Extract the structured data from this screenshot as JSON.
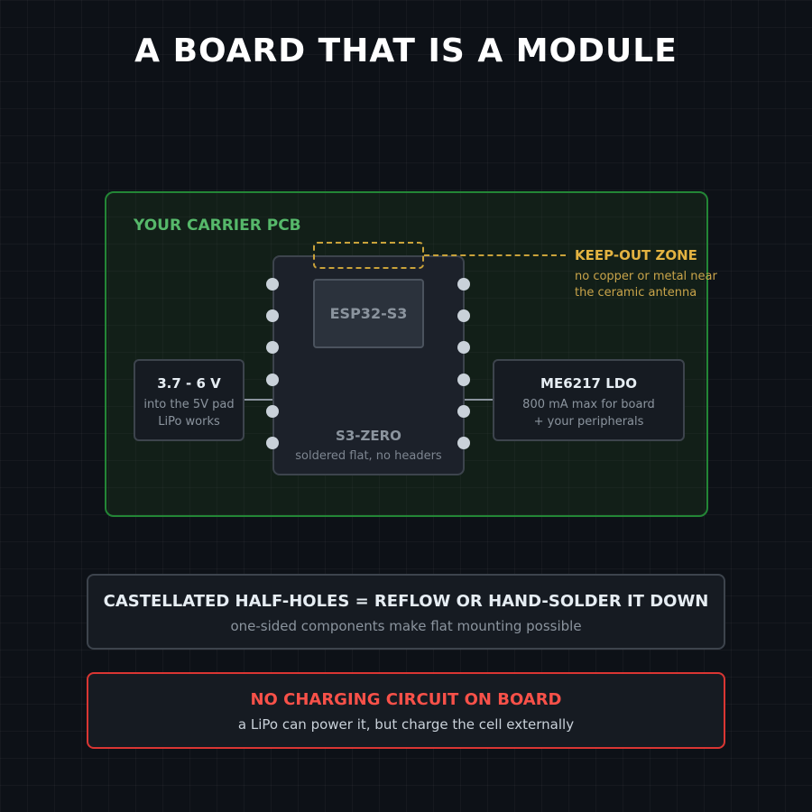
{
  "title": "A BOARD THAT IS A MODULE",
  "carrier": {
    "label": "YOUR CARRIER PCB"
  },
  "module": {
    "chip_label": "ESP32-S3",
    "name": "S3-ZERO",
    "subtitle": "soldered flat, no headers",
    "pins_per_side": 6
  },
  "keepout": {
    "title": "KEEP-OUT ZONE",
    "note_lines": [
      "no copper or metal near",
      "the ceramic antenna"
    ]
  },
  "power_input": {
    "title": "3.7 - 6 V",
    "lines": [
      "into the 5V pad",
      "LiPo works"
    ]
  },
  "regulator": {
    "title": "ME6217 LDO",
    "lines": [
      "800 mA max for board",
      "+ your peripherals"
    ]
  },
  "castellated": {
    "title": "CASTELLATED HALF-HOLES = REFLOW OR HAND-SOLDER IT DOWN",
    "subtitle": "one-sided components make flat mounting possible"
  },
  "warning": {
    "title": "NO CHARGING CIRCUIT ON BOARD",
    "subtitle": "a LiPo can power it, but charge the cell externally"
  },
  "colors": {
    "carrier_border": "#238636",
    "keepout": "#e3b341",
    "warning": "#f85149"
  }
}
